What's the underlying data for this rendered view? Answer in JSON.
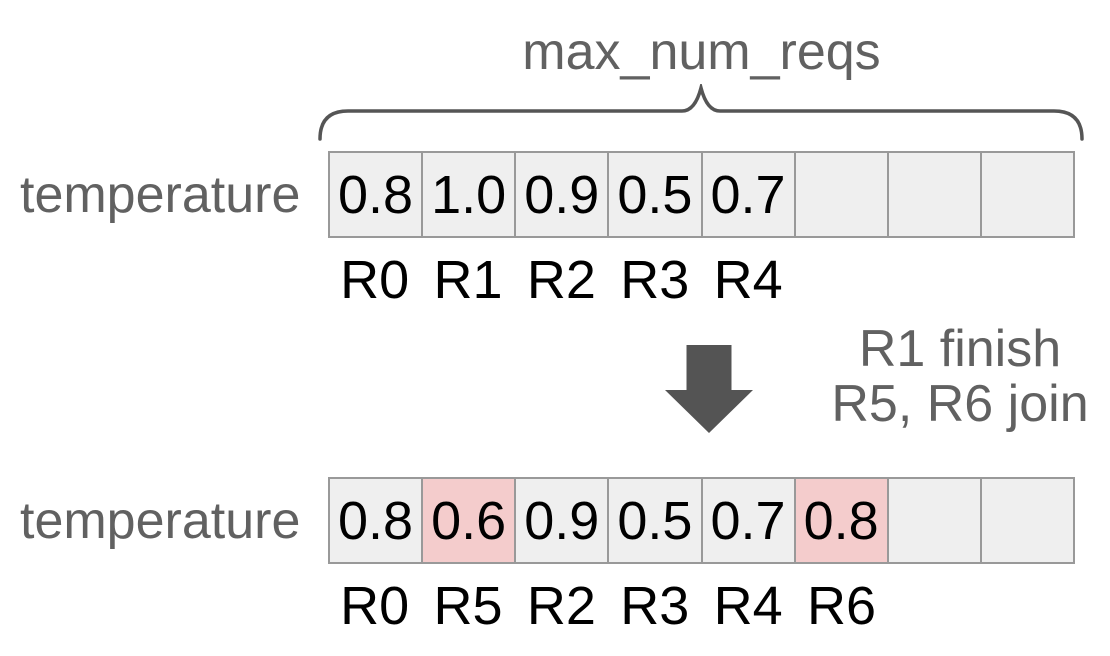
{
  "brace": {
    "label": "max_num_reqs",
    "icon": "curly-brace"
  },
  "rows": {
    "before": {
      "label": "temperature",
      "cells": [
        {
          "value": "0.8",
          "highlight": false
        },
        {
          "value": "1.0",
          "highlight": false
        },
        {
          "value": "0.9",
          "highlight": false
        },
        {
          "value": "0.5",
          "highlight": false
        },
        {
          "value": "0.7",
          "highlight": false
        },
        {
          "value": "",
          "highlight": false
        },
        {
          "value": "",
          "highlight": false
        },
        {
          "value": "",
          "highlight": false
        }
      ],
      "request_labels": [
        "R0",
        "R1",
        "R2",
        "R3",
        "R4"
      ]
    },
    "after": {
      "label": "temperature",
      "cells": [
        {
          "value": "0.8",
          "highlight": false
        },
        {
          "value": "0.6",
          "highlight": true
        },
        {
          "value": "0.9",
          "highlight": false
        },
        {
          "value": "0.5",
          "highlight": false
        },
        {
          "value": "0.7",
          "highlight": false
        },
        {
          "value": "0.8",
          "highlight": true
        },
        {
          "value": "",
          "highlight": false
        },
        {
          "value": "",
          "highlight": false
        }
      ],
      "request_labels": [
        "R0",
        "R5",
        "R2",
        "R3",
        "R4",
        "R6"
      ]
    }
  },
  "transition": {
    "icon": "down-arrow",
    "line1": "R1 finish",
    "line2": "R5, R6 join"
  },
  "colors": {
    "cell_fill": "#efefef",
    "highlight_fill": "#f4cccc",
    "cell_border": "#999999",
    "muted_text": "#616161",
    "value_text": "#000000",
    "arrow": "#545454",
    "brace": "#555555"
  }
}
